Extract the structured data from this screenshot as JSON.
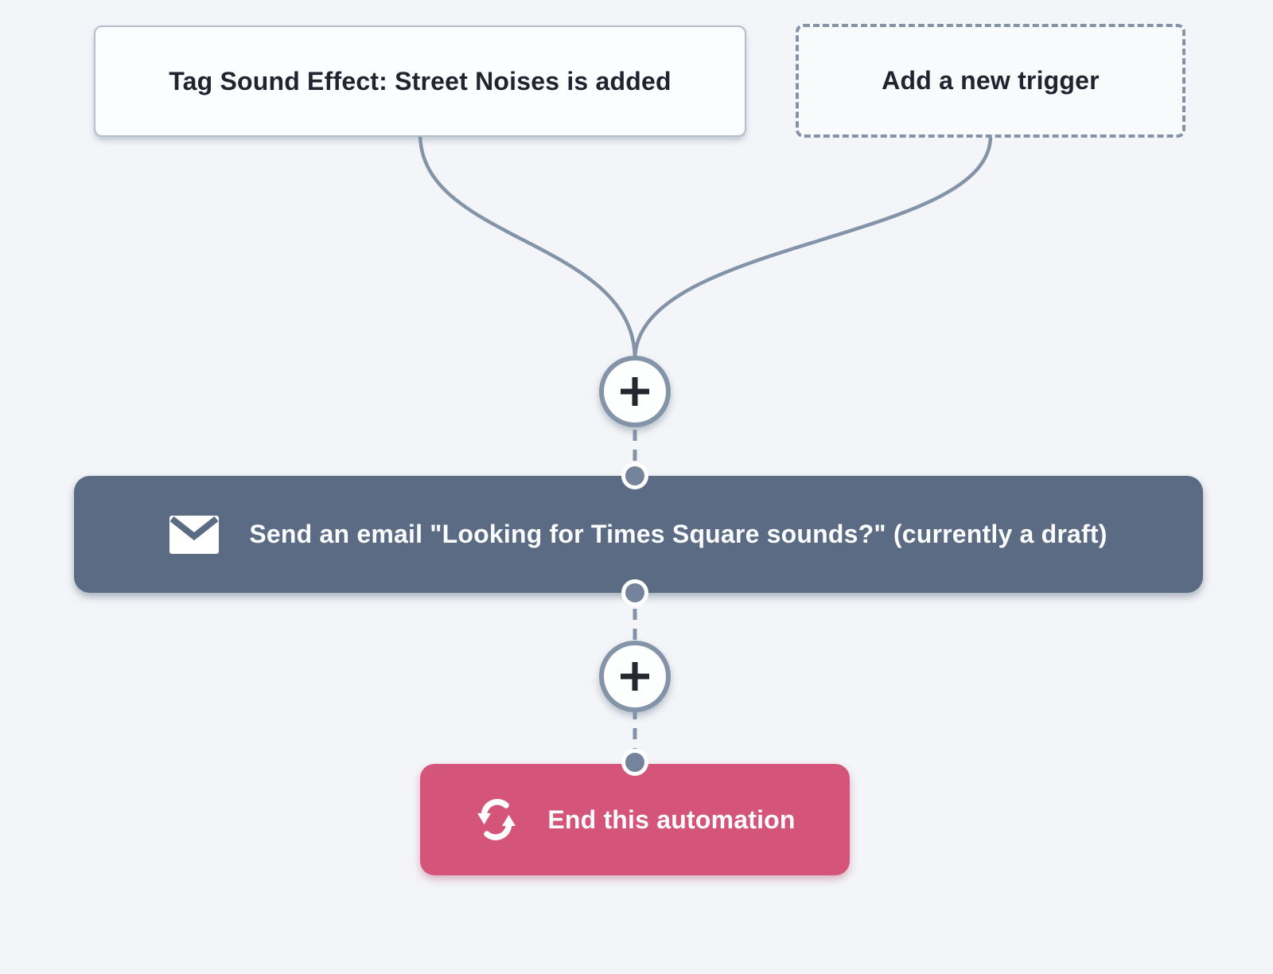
{
  "canvas": {
    "background_color": "#f3f5f8",
    "connector_color": "#8494a8"
  },
  "nodes": {
    "trigger": {
      "label": "Tag Sound Effect: Street Noises is added"
    },
    "add_trigger": {
      "label": "Add a new trigger"
    },
    "add_step_1": {
      "icon": "plus-icon"
    },
    "email": {
      "label": "Send an email \"Looking for Times Square sounds?\" (currently a draft)",
      "icon": "envelope-icon",
      "color": "#5a6b83"
    },
    "add_step_2": {
      "icon": "plus-icon"
    },
    "end": {
      "label": "End this automation",
      "icon": "sync-icon",
      "color": "#d4547a"
    }
  }
}
